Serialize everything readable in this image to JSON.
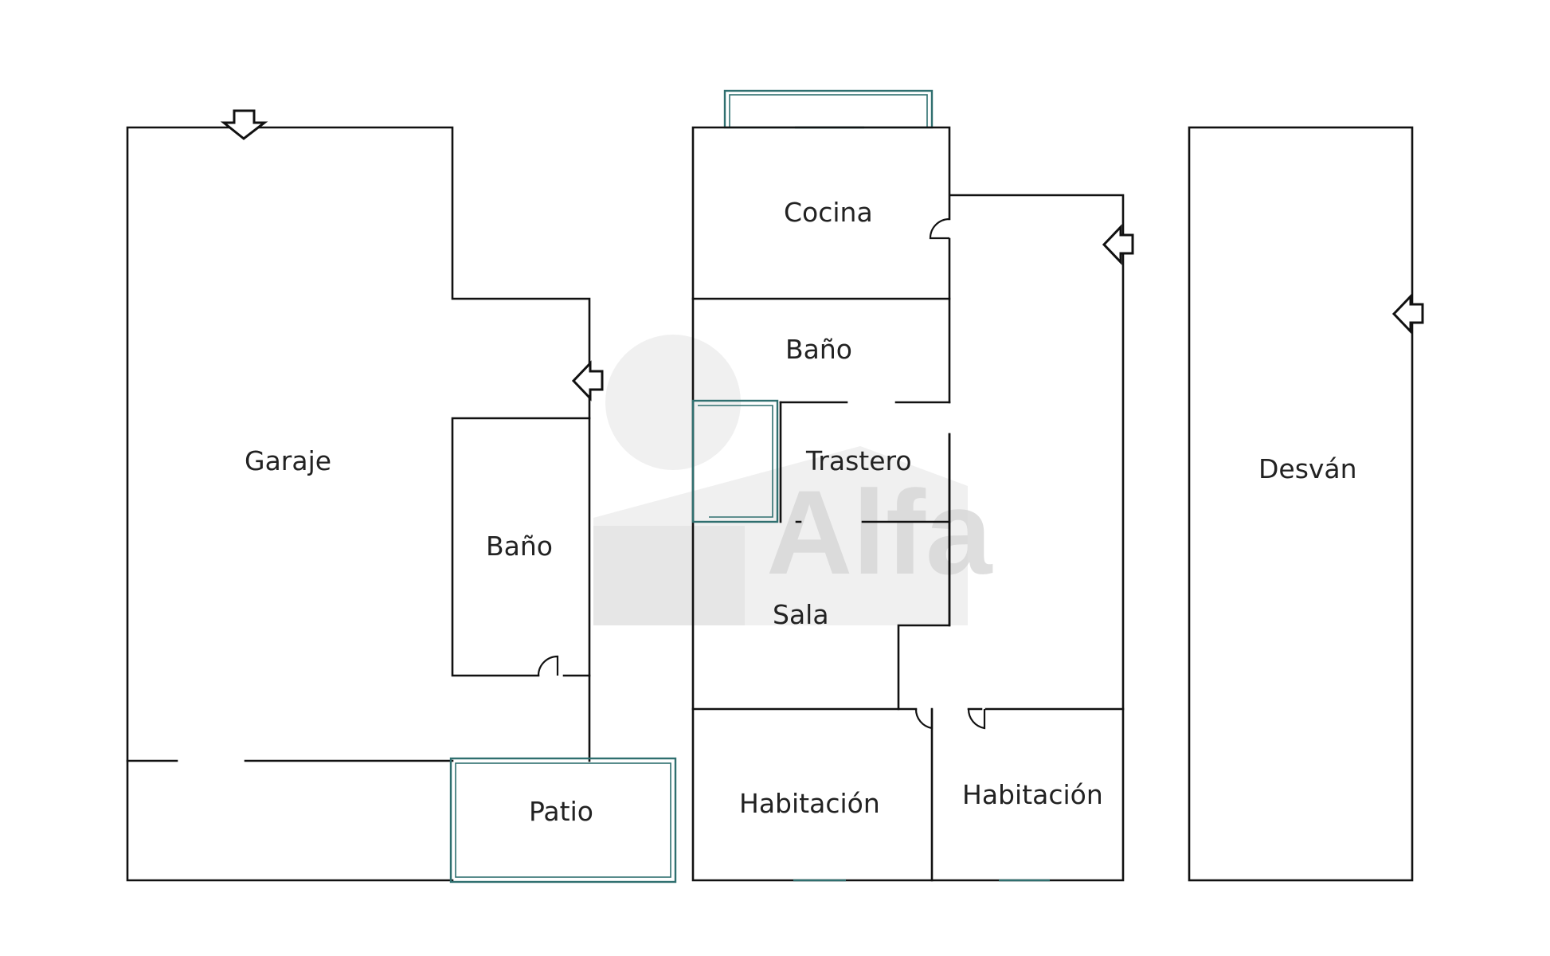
{
  "plan": {
    "ground_floor": {
      "garage_label": "Garaje",
      "bathroom_label": "Baño",
      "patio_label": "Patio"
    },
    "first_floor": {
      "kitchen_label": "Cocina",
      "bathroom_label": "Baño",
      "storage_label": "Trastero",
      "living_room_label": "Sala",
      "bedroom_1_label": "Habitación",
      "bedroom_2_label": "Habitación"
    },
    "attic": {
      "attic_label": "Desván"
    }
  },
  "watermark": {
    "brand_text": "Alfa"
  }
}
